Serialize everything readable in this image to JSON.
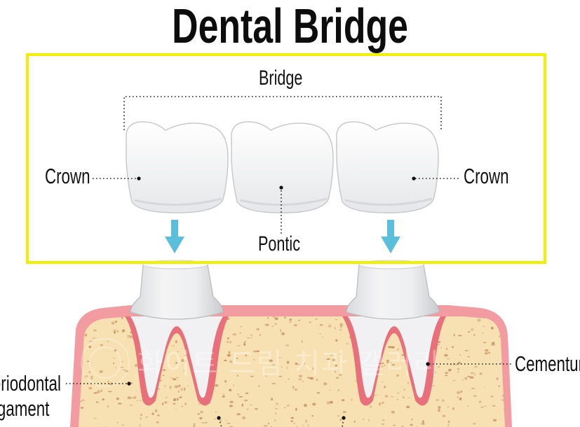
{
  "title": "Dental Bridge",
  "labels": {
    "bridge": "Bridge",
    "crown_left": "Crown",
    "crown_right": "Crown",
    "pontic": "Pontic",
    "cementum": "Cementum",
    "periodontal_line1": "Periodontal",
    "periodontal_line2": "ligament"
  },
  "colors": {
    "highlight_box": "#f0f000",
    "arrow": "#5bbfdc",
    "gum": "#f29ca1",
    "gum_inner": "#e8707a",
    "bone": "#f7e1b3",
    "bone_speckle": "#c08a5a",
    "tooth": "#f2f2f3",
    "tooth_shade": "#d6d8dc"
  },
  "watermark": "화이트 드림 치과 갤러리"
}
